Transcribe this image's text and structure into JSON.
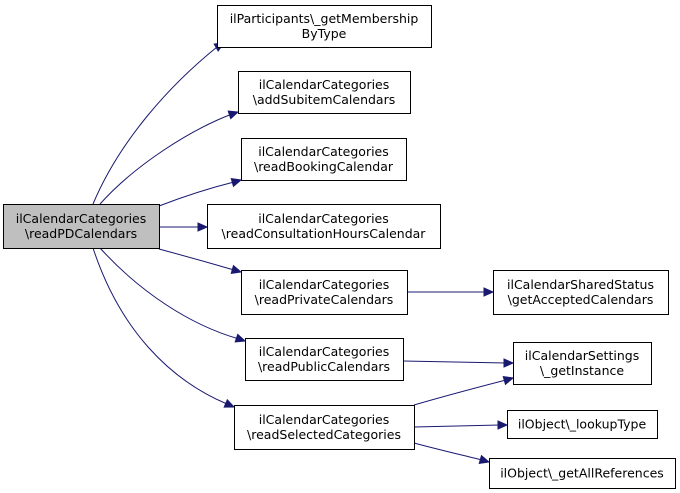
{
  "nodes": [
    {
      "id": "root",
      "lines": [
        "ilCalendarCategories",
        "\\readPDCalendars"
      ],
      "root": true
    },
    {
      "id": "membership",
      "lines": [
        "ilParticipants\\_getMembership",
        "ByType"
      ]
    },
    {
      "id": "addsubitem",
      "lines": [
        "ilCalendarCategories",
        "\\addSubitemCalendars"
      ]
    },
    {
      "id": "booking",
      "lines": [
        "ilCalendarCategories",
        "\\readBookingCalendar"
      ]
    },
    {
      "id": "consultation",
      "lines": [
        "ilCalendarCategories",
        "\\readConsultationHoursCalendar"
      ]
    },
    {
      "id": "private",
      "lines": [
        "ilCalendarCategories",
        "\\readPrivateCalendars"
      ]
    },
    {
      "id": "public",
      "lines": [
        "ilCalendarCategories",
        "\\readPublicCalendars"
      ]
    },
    {
      "id": "selected",
      "lines": [
        "ilCalendarCategories",
        "\\readSelectedCategories"
      ]
    },
    {
      "id": "shared",
      "lines": [
        "ilCalendarSharedStatus",
        "\\getAcceptedCalendars"
      ]
    },
    {
      "id": "settings",
      "lines": [
        "ilCalendarSettings",
        "\\_getInstance"
      ]
    },
    {
      "id": "lookup",
      "lines": [
        "ilObject\\_lookupType"
      ]
    },
    {
      "id": "allrefs",
      "lines": [
        "ilObject\\_getAllReferences"
      ]
    }
  ],
  "edges": [
    {
      "from": "root",
      "to": "membership"
    },
    {
      "from": "root",
      "to": "addsubitem"
    },
    {
      "from": "root",
      "to": "booking"
    },
    {
      "from": "root",
      "to": "consultation"
    },
    {
      "from": "root",
      "to": "private"
    },
    {
      "from": "root",
      "to": "public"
    },
    {
      "from": "root",
      "to": "selected"
    },
    {
      "from": "private",
      "to": "shared"
    },
    {
      "from": "public",
      "to": "settings"
    },
    {
      "from": "selected",
      "to": "settings"
    },
    {
      "from": "selected",
      "to": "lookup"
    },
    {
      "from": "selected",
      "to": "allrefs"
    }
  ],
  "colors": {
    "edge": "#191970",
    "root_fill": "#bfbfbf",
    "node_fill": "#ffffff",
    "border": "#000000"
  }
}
